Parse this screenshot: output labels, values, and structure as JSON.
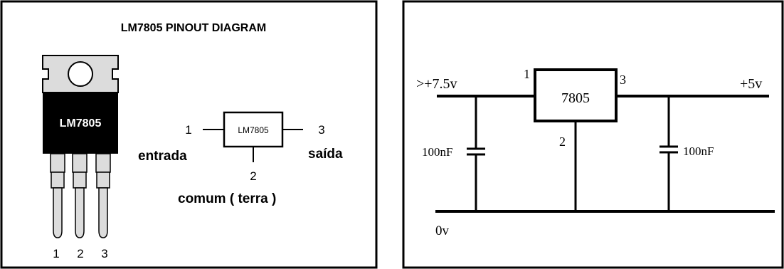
{
  "left_panel": {
    "title": "LM7805 PINOUT DIAGRAM",
    "package_label": "LM7805",
    "package_pins": [
      "1",
      "2",
      "3"
    ],
    "schematic": {
      "chip_label": "LM7805",
      "pin1": "1",
      "pin2": "2",
      "pin3": "3",
      "input_label": "entrada",
      "output_label": "saída",
      "ground_label": "comum ( terra )"
    }
  },
  "right_panel": {
    "input_label": ">+7.5v",
    "output_label": "+5v",
    "chip_label": "7805",
    "pin1": "1",
    "pin2": "2",
    "pin3": "3",
    "cap_left": "100nF",
    "cap_right": "100nF",
    "ground_label": "0v"
  }
}
